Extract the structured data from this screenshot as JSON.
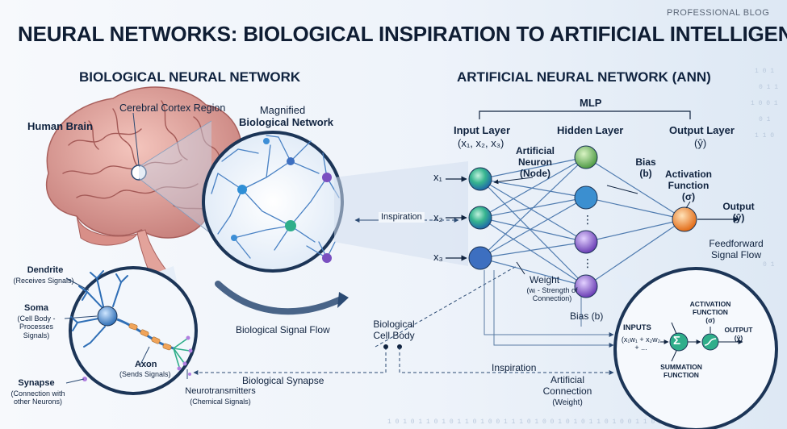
{
  "header": {
    "blog_tag": "PROFESSIONAL BLOG",
    "title_bold": "NEURAL NETWORKS:",
    "title_rest": " BIOLOGICAL INSPIRATION TO ARTIFICIAL INTELLIGENCE"
  },
  "biological": {
    "heading": "BIOLOGICAL NEURAL NETWORK",
    "human_brain": "Human Brain",
    "cortex": "Cerebral Cortex Region",
    "magnified": "Magnified",
    "bio_network": "Biological Network",
    "signal_flow": "Biological Signal Flow",
    "dendrite": "Dendrite",
    "dendrite_sub": "(Receives Signals)",
    "soma": "Soma",
    "soma_sub": "(Cell Body -\nProcesses\nSignals)",
    "axon": "Axon",
    "axon_sub": "(Sends Signals)",
    "synapse": "Synapse",
    "synapse_sub": "(Connection with\nother Neurons)",
    "neurotransmitters": "Neurotransmitters",
    "neurotransmitters_sub": "(Chemical Signals)"
  },
  "bridge": {
    "inspiration_top": "Inspiration",
    "cell_body": "Biological\nCell Body",
    "bio_synapse": "Biological Synapse",
    "inspiration_bottom": "Inspiration",
    "artificial_connection": "Artificial\nConnection",
    "artificial_connection_sub": "(Weight)"
  },
  "artificial": {
    "heading": "ARTIFICIAL NEURAL NETWORK (ANN)",
    "mlp": "MLP",
    "input_layer": "Input Layer",
    "input_vars": "(x₁, x₂, x₃)",
    "hidden_layer": "Hidden Layer",
    "output_layer": "Output Layer",
    "output_var": "(ŷ)",
    "artificial_neuron": "Artificial\nNeuron\n(Node)",
    "bias_b": "Bias\n(b)",
    "activation_function": "Activation\nFunction\n(σ)",
    "output": "Output\n(ŷ)",
    "feedforward": "Feedforward\nSignal Flow",
    "weight": "Weight",
    "weight_sub": "(wᵢ - Strength of\nConnection)",
    "bias_bottom": "Bias (b)",
    "inputs": [
      "x₁",
      "x₂",
      "x₃"
    ],
    "dots": "⋮"
  },
  "perceptron": {
    "inputs_label": "INPUTS",
    "inputs_formula": "(x₁w₁ + x₂w₂\n+ ...",
    "sigma": "Σ",
    "summation": "SUMMATION\nFUNCTION",
    "activation": "ACTIVATION\nFUNCTION\n(σ)",
    "output_label": "OUTPUT\n(ŷ)"
  },
  "colors": {
    "navy": "#10233f",
    "input_node": "#2fae8a",
    "input_node_alt": "#2b7bc6",
    "hidden_node": "#6fb85a",
    "hidden_node_alt": "#7a4fc0",
    "output_node": "#f08a2a",
    "neuron_blue": "#3d8ed6",
    "brain_pink": "#d98b86"
  },
  "decor": {
    "binary_lines": [
      "1 0 1 0 1 1 0 1",
      "0 1 1 0 1 0 0 1",
      "1 1 0 1 0 0 1 0"
    ]
  }
}
